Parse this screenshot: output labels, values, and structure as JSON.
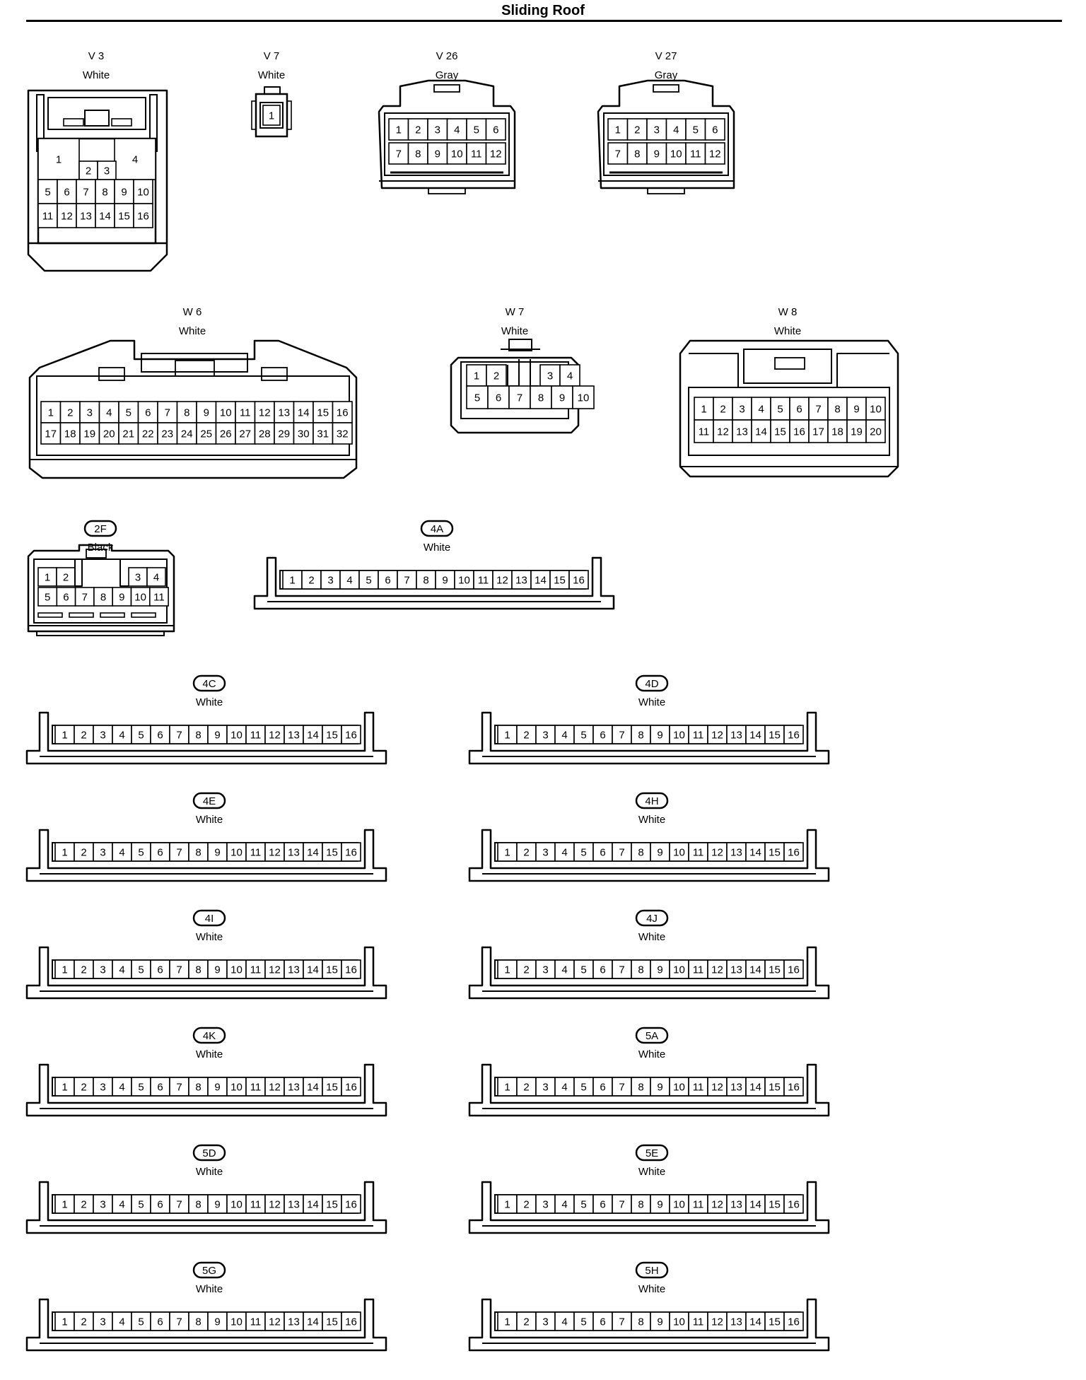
{
  "page": {
    "title": "Sliding Roof"
  },
  "connectors": [
    {
      "id": "V 3",
      "color": "White",
      "type": "v3"
    },
    {
      "id": "V 7",
      "color": "White",
      "type": "v7"
    },
    {
      "id": "V 26",
      "color": "Gray",
      "type": "v26"
    },
    {
      "id": "V 27",
      "color": "Gray",
      "type": "v26"
    },
    {
      "id": "W 6",
      "color": "White",
      "type": "w6"
    },
    {
      "id": "W 7",
      "color": "White",
      "type": "w7"
    },
    {
      "id": "W 8",
      "color": "White",
      "type": "w8"
    },
    {
      "id": "2F",
      "color": "Black",
      "type": "2f"
    },
    {
      "id": "4A",
      "color": "White",
      "type": "strip"
    },
    {
      "id": "4C",
      "color": "White",
      "type": "strip"
    },
    {
      "id": "4D",
      "color": "White",
      "type": "strip"
    },
    {
      "id": "4E",
      "color": "White",
      "type": "strip"
    },
    {
      "id": "4H",
      "color": "White",
      "type": "strip"
    },
    {
      "id": "4I",
      "color": "White",
      "type": "strip"
    },
    {
      "id": "4J",
      "color": "White",
      "type": "strip"
    },
    {
      "id": "4K",
      "color": "White",
      "type": "strip"
    },
    {
      "id": "5A",
      "color": "White",
      "type": "strip"
    },
    {
      "id": "5D",
      "color": "White",
      "type": "strip"
    },
    {
      "id": "5E",
      "color": "White",
      "type": "strip"
    },
    {
      "id": "5G",
      "color": "White",
      "type": "strip"
    },
    {
      "id": "5H",
      "color": "White",
      "type": "strip"
    }
  ]
}
